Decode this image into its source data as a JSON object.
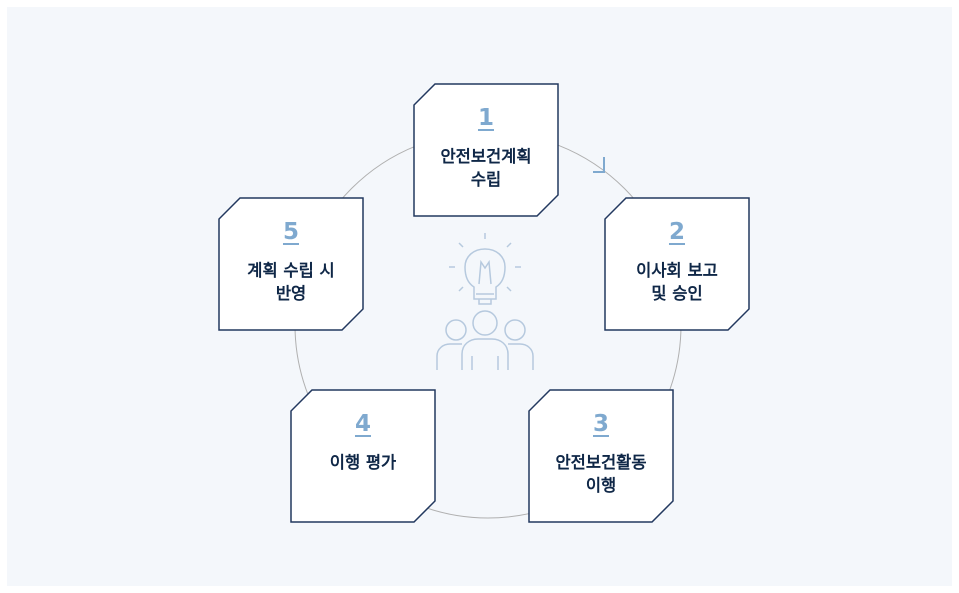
{
  "steps": [
    {
      "number": "1",
      "line1": "안전보건계획",
      "line2": "수립"
    },
    {
      "number": "2",
      "line1": "이사회 보고",
      "line2": "및 승인"
    },
    {
      "number": "3",
      "line1": "안전보건활동",
      "line2": "이행"
    },
    {
      "number": "4",
      "line1": "이행 평가",
      "line2": ""
    },
    {
      "number": "5",
      "line1": "계획 수립 시",
      "line2": "반영"
    }
  ],
  "colors": {
    "card_border": "#22385f",
    "number": "#7fa9cf",
    "label": "#0f2747",
    "circle": "#b0b0b0",
    "icon": "#b6c9de",
    "background": "#f4f7fb"
  },
  "icons": [
    "lightbulb-icon",
    "people-icon"
  ]
}
